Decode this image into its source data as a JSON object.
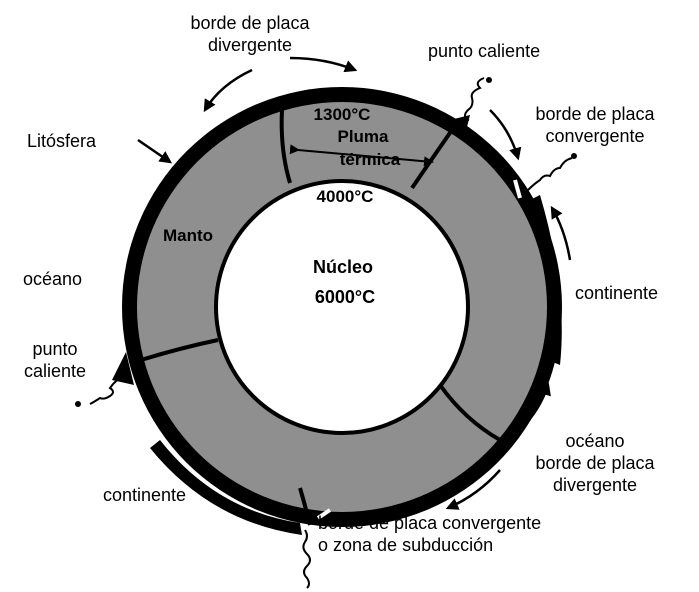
{
  "colors": {
    "mantle": "#8f8f8f",
    "lithosphere": "#000000",
    "core": "#ffffff",
    "text": "#000000"
  },
  "labels": {
    "divergent_top": [
      "borde de placa",
      "divergente"
    ],
    "hot_spot_top": "punto caliente",
    "convergent_right": [
      "borde de placa",
      "convergente"
    ],
    "lithosphere": "Litósfera",
    "continent_right": "continente",
    "ocean_left": "océano",
    "hot_spot_left": [
      "punto",
      "caliente"
    ],
    "ocean_divergent_right": [
      "océano",
      "borde de placa",
      "divergente"
    ],
    "continent_bottom": "continente",
    "subduction": [
      "borde de placa convergente",
      "o zona de subducción"
    ]
  },
  "interior": {
    "temp_top": "1300°C",
    "plume": [
      "Pluma",
      "térmica"
    ],
    "temp_core_edge": "4000°C",
    "mantle": "Manto",
    "core": "Núcleo",
    "core_temp": "6000°C"
  }
}
